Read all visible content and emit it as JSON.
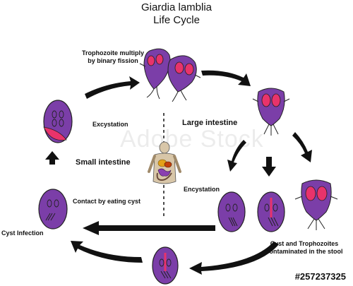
{
  "title_line1": "Giardia lamblia",
  "title_line2": "Life Cycle",
  "labels": {
    "trophozoite_multiply_1": "Trophozoite multiply",
    "trophozoite_multiply_2": "by binary fission",
    "excystation": "Excystation",
    "large_intestine": "Large intestine",
    "small_intestine": "Small intestine",
    "encystation": "Encystation",
    "contact": "Contact by eating cyst",
    "cyst_infection": "Cyst Infection",
    "contaminated_1": "Cyst and Trophozoites",
    "contaminated_2": "contaminated in the stool",
    "stock_id": "#257237325"
  },
  "watermark": "Adobe Stock",
  "colors": {
    "cyst_purple": "#7b3ea8",
    "nucleus_pink": "#e8336b",
    "arrow": "#111111"
  }
}
